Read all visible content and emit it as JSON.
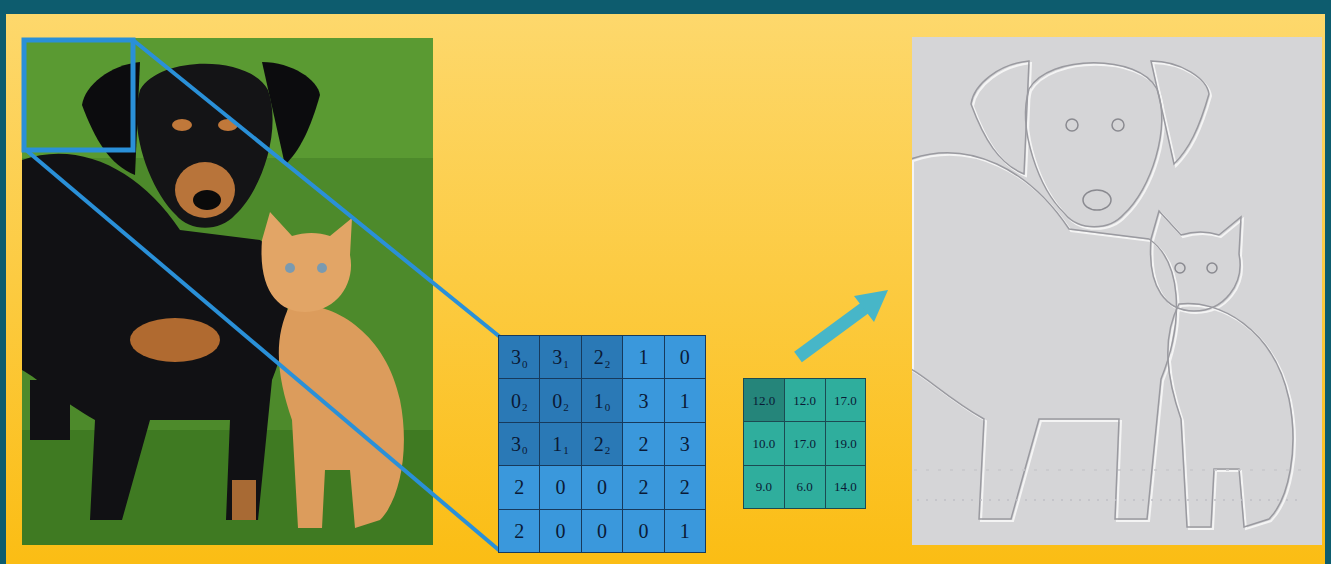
{
  "diagram": {
    "labels": [
      "3",
      "0",
      "3",
      "1",
      "2",
      "2",
      "1",
      "0",
      "0",
      "2",
      "0",
      "2",
      "1",
      "0",
      "3",
      "1",
      "3",
      "0",
      "1",
      "1",
      "2",
      "2",
      "2",
      "3",
      "2",
      "0",
      "0",
      "2",
      "2",
      "2",
      "0",
      "0",
      "0",
      "1",
      "12.0",
      "12.0",
      "17.0",
      "10.0",
      "17.0",
      "19.0",
      "9.0",
      "6.0",
      "14.0"
    ]
  }
}
